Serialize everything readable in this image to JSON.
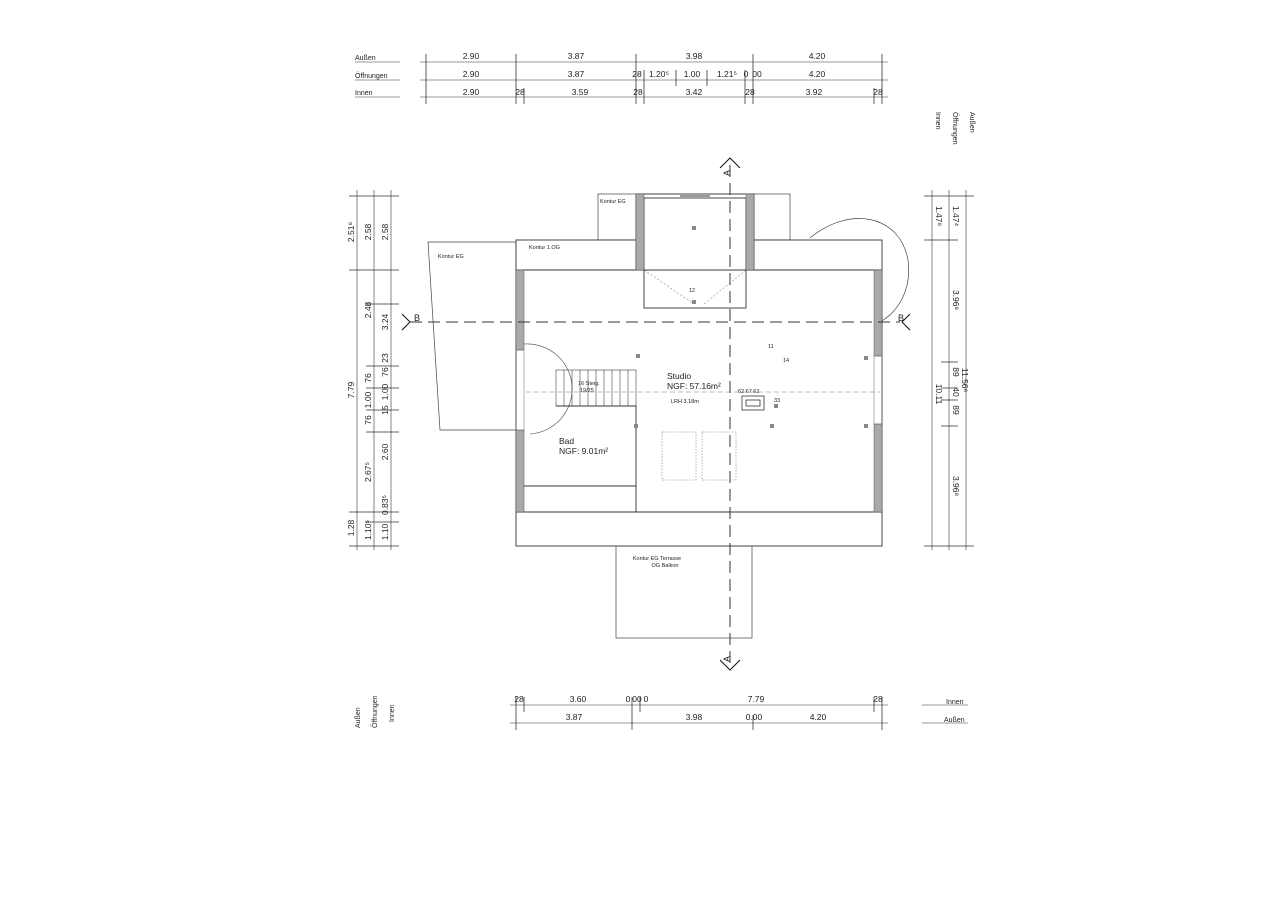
{
  "dimension_rows": {
    "outer_label": "Außen",
    "openings_label": "Öffnungen",
    "inner_label": "Innen"
  },
  "top_dimensions": {
    "outer": [
      "2.90",
      "3.87",
      "3.98",
      "4.20"
    ],
    "openings": [
      "2.90",
      "3.87",
      "28",
      "1.20⁵",
      "1.00",
      "1.21⁵",
      "0",
      "00",
      "4.20"
    ],
    "inner": [
      "2.90",
      "28",
      "3.59",
      "28",
      "3.42",
      "28",
      "3.92",
      "28"
    ]
  },
  "bottom_dimensions": {
    "inner": [
      "28",
      "3.60",
      "0",
      "00",
      "0",
      "7.79",
      "28"
    ],
    "outer": [
      "3.87",
      "3.98",
      "0.00",
      "4.20"
    ]
  },
  "left_dimensions": {
    "outer": [
      "2.51⁸",
      "7.79",
      "1.28"
    ],
    "openings": [
      "2.58",
      "2.48",
      "76",
      "1.00",
      "76",
      "2.67⁵",
      "1.10⁵"
    ],
    "inner": [
      "2.58",
      "3.24",
      "23",
      "76",
      "1.00",
      "15",
      "2.60",
      "0.83⁵",
      "1.10"
    ]
  },
  "right_dimensions": {
    "outer": [
      "11.56⁸"
    ],
    "openings": [
      "1.47⁴",
      "3.96⁸",
      "89",
      "40",
      "89",
      "3.96⁸"
    ],
    "inner": [
      "1.47⁸",
      "10.11"
    ]
  },
  "section_markers": {
    "a": "A",
    "b": "B"
  },
  "contours": {
    "eg_left": "Kontur EG",
    "eg_top": "Kontur EG",
    "og1": "Kontur 1.OG",
    "terrace_line1": "Kontur EG Terrasse",
    "terrace_line2": "OG Balkon"
  },
  "rooms": {
    "studio_name": "Studio",
    "studio_area": "NGF: 57.16m²",
    "studio_height": "LRH 3.18m",
    "bath_name": "Bad",
    "bath_area": "NGF: 9.01m²"
  },
  "stair": {
    "steps": "16 Steig.",
    "size": "19/25"
  },
  "misc_marks": {
    "dormer": "12",
    "mark1": "11",
    "mark2": "14",
    "chimney_dims": "62 67 62",
    "chimney_side": "33"
  }
}
